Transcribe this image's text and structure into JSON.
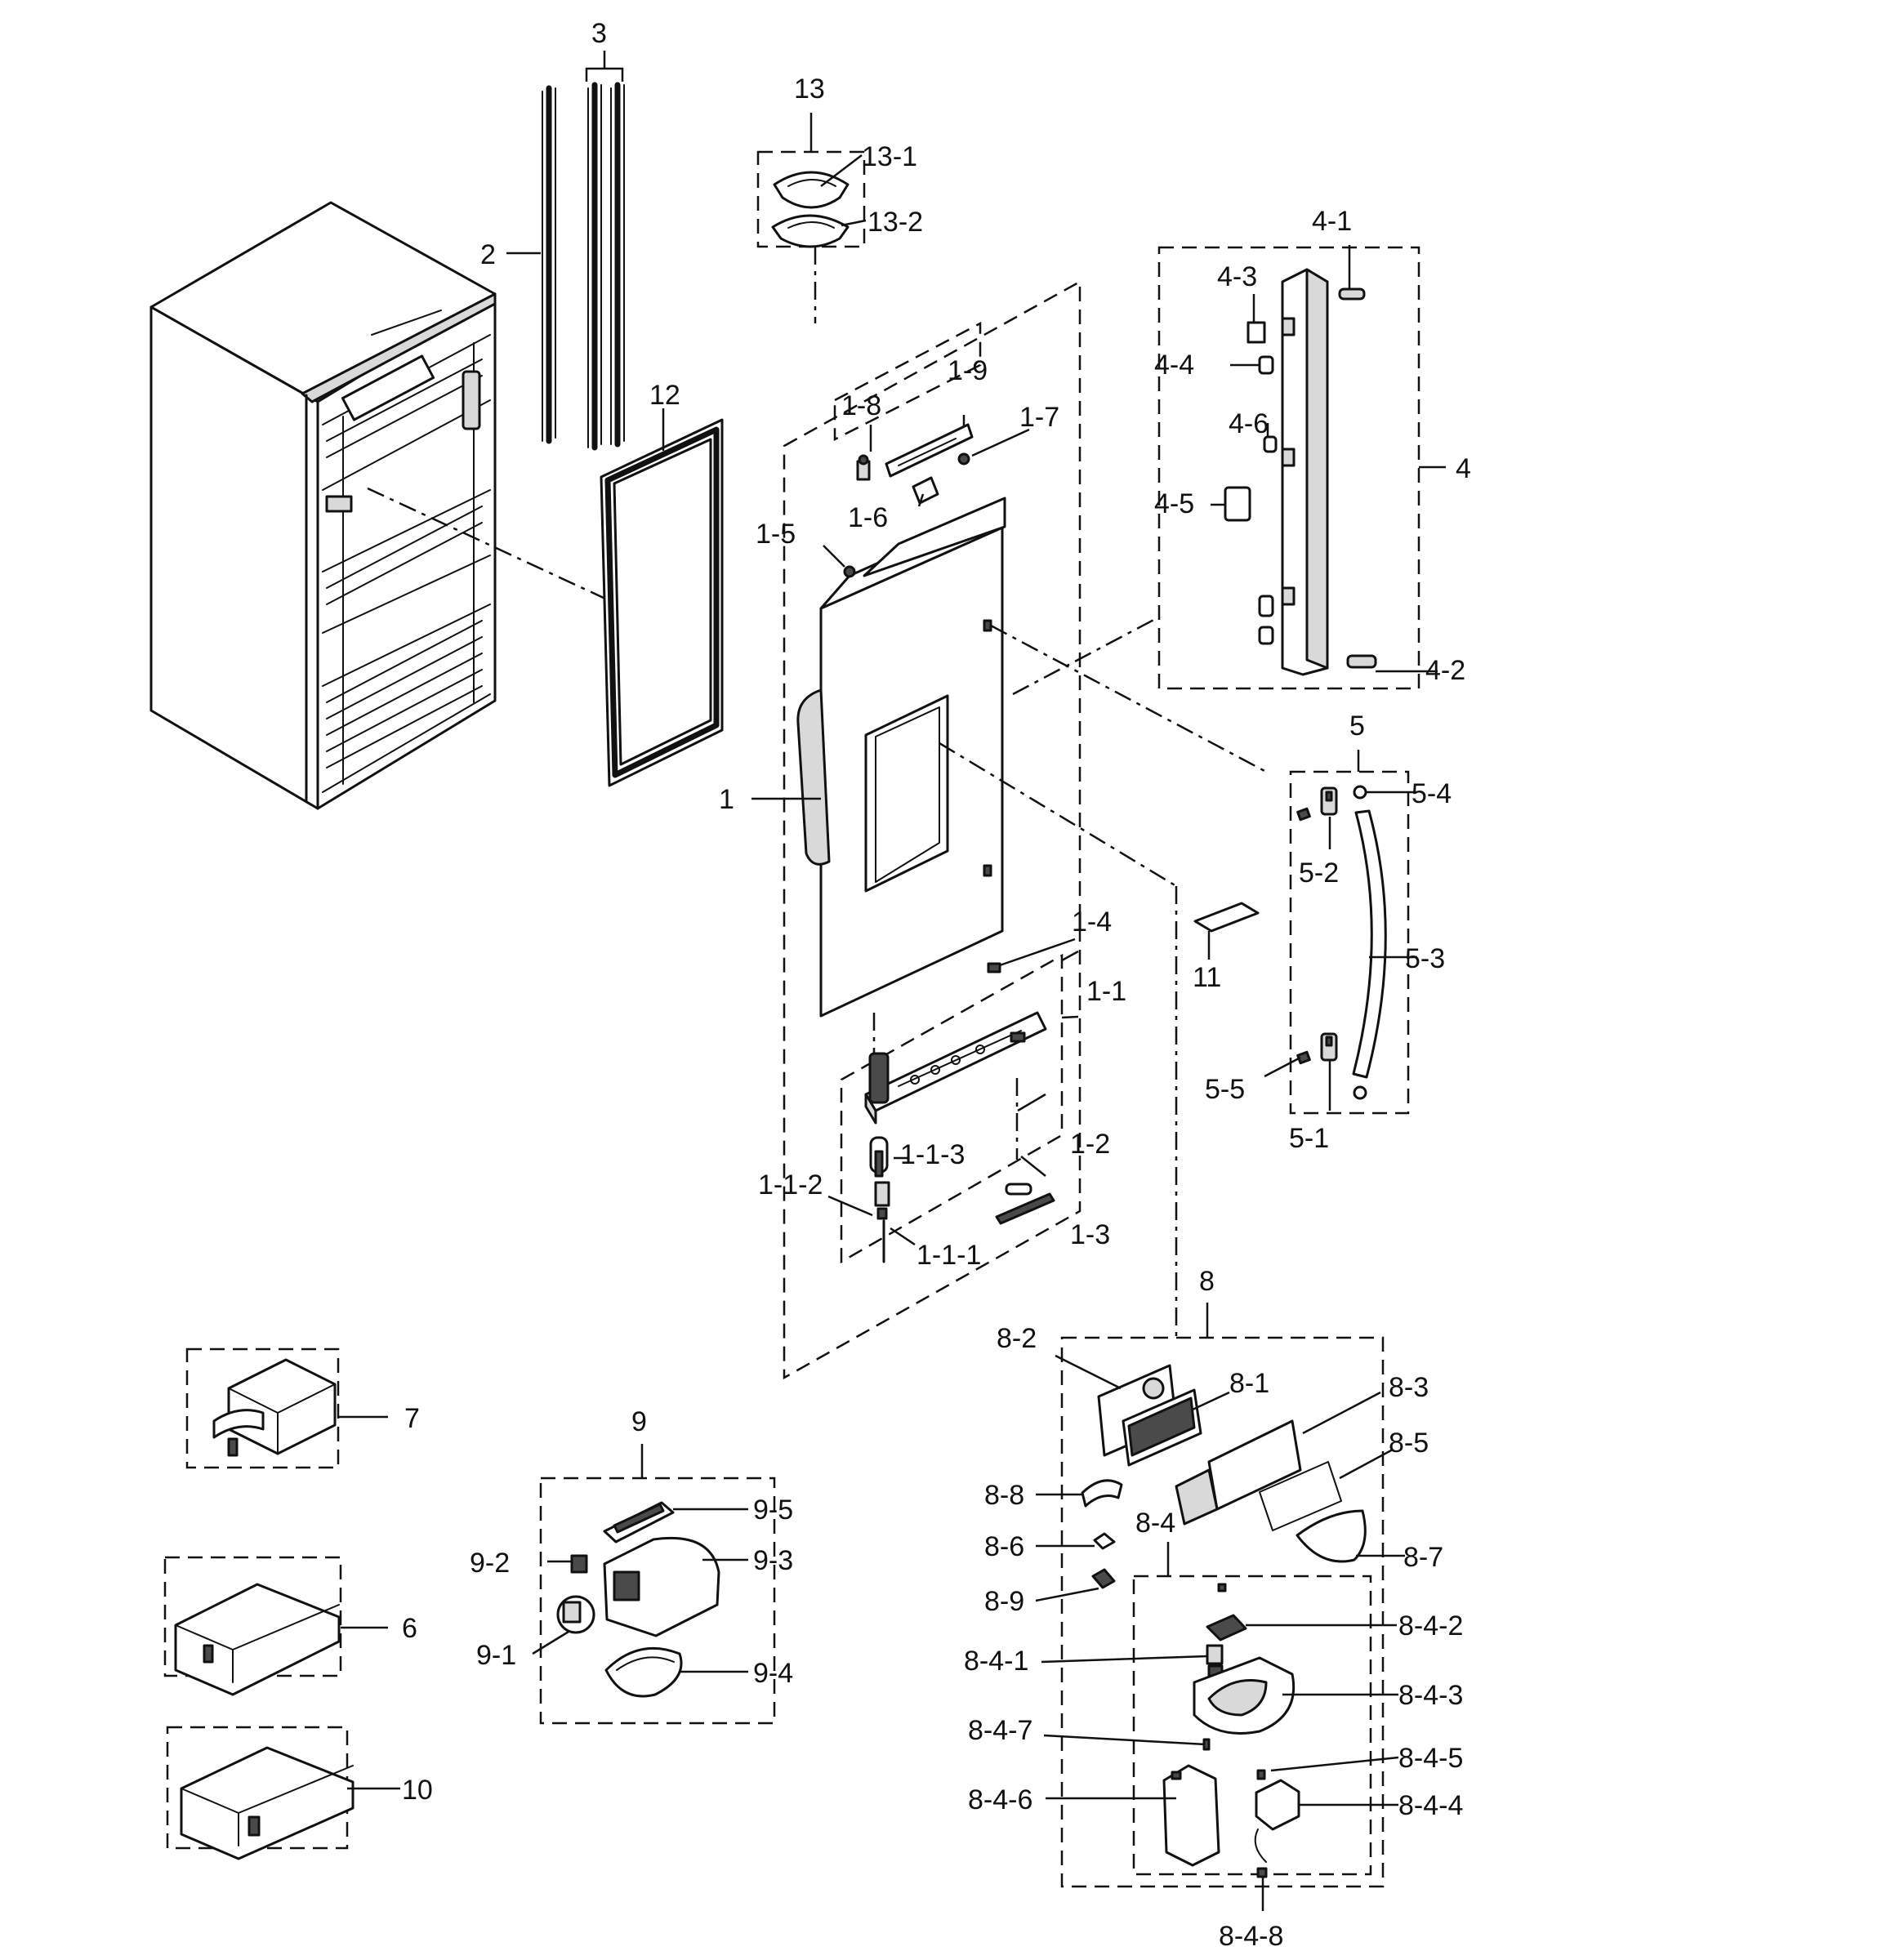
{
  "labels": {
    "l1": "1",
    "l1_1": "1-1",
    "l1_1_1": "1-1-1",
    "l1_1_2": "1-1-2",
    "l1_1_3": "1-1-3",
    "l1_2": "1-2",
    "l1_3": "1-3",
    "l1_4": "1-4",
    "l1_5": "1-5",
    "l1_6": "1-6",
    "l1_7": "1-7",
    "l1_8": "1-8",
    "l1_9": "1-9",
    "l2": "2",
    "l3": "3",
    "l4": "4",
    "l4_1": "4-1",
    "l4_2": "4-2",
    "l4_3": "4-3",
    "l4_4": "4-4",
    "l4_5": "4-5",
    "l4_6": "4-6",
    "l5": "5",
    "l5_1": "5-1",
    "l5_2": "5-2",
    "l5_3": "5-3",
    "l5_4": "5-4",
    "l5_5": "5-5",
    "l6": "6",
    "l7": "7",
    "l8": "8",
    "l8_1": "8-1",
    "l8_2": "8-2",
    "l8_3": "8-3",
    "l8_4": "8-4",
    "l8_4_1": "8-4-1",
    "l8_4_2": "8-4-2",
    "l8_4_3": "8-4-3",
    "l8_4_4": "8-4-4",
    "l8_4_5": "8-4-5",
    "l8_4_6": "8-4-6",
    "l8_4_7": "8-4-7",
    "l8_4_8": "8-4-8",
    "l8_5": "8-5",
    "l8_6": "8-6",
    "l8_7": "8-7",
    "l8_8": "8-8",
    "l8_9": "8-9",
    "l9": "9",
    "l9_1": "9-1",
    "l9_2": "9-2",
    "l9_3": "9-3",
    "l9_4": "9-4",
    "l9_5": "9-5",
    "l10": "10",
    "l11": "11",
    "l12": "12",
    "l13": "13",
    "l13_1": "13-1",
    "l13_2": "13-2"
  }
}
